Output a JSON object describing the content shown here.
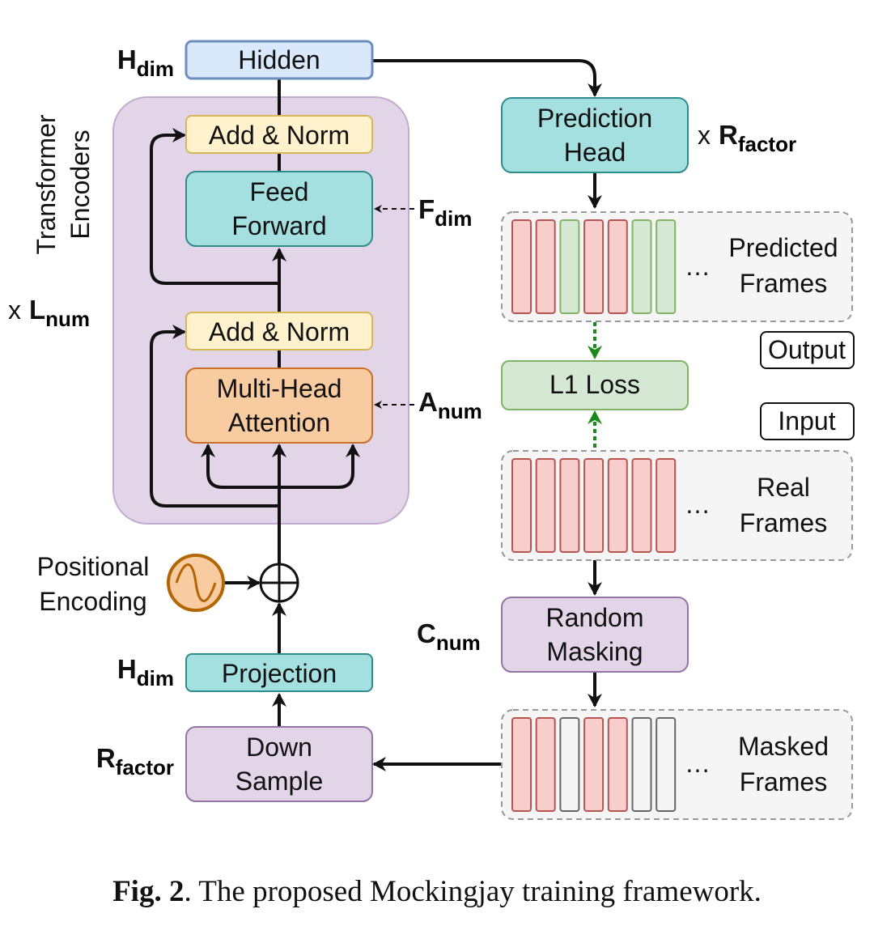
{
  "blocks": {
    "hidden": "Hidden",
    "add_norm_top": "Add & Norm",
    "feed_forward": [
      "Feed",
      "Forward"
    ],
    "add_norm_bottom": "Add & Norm",
    "multi_head_attention": [
      "Multi-Head",
      "Attention"
    ],
    "projection": "Projection",
    "down_sample": [
      "Down",
      "Sample"
    ],
    "prediction_head": [
      "Prediction",
      "Head"
    ],
    "l1_loss": "L1 Loss",
    "random_masking": [
      "Random",
      "Masking"
    ]
  },
  "labels": {
    "transformer_encoders": [
      "Transformer",
      "Encoders"
    ],
    "positional_encoding": [
      "Positional",
      "Encoding"
    ],
    "predicted_frames": [
      "Predicted",
      "Frames"
    ],
    "real_frames": [
      "Real",
      "Frames"
    ],
    "masked_frames": [
      "Masked",
      "Frames"
    ],
    "output_tag": "Output",
    "input_tag": "Input",
    "ellipsis": "…"
  },
  "params": {
    "h_dim_top": {
      "main": "H",
      "sub": "dim"
    },
    "h_dim_bottom": {
      "main": "H",
      "sub": "dim"
    },
    "l_num": {
      "prefix": "x",
      "main": "L",
      "sub": "num"
    },
    "f_dim": {
      "main": "F",
      "sub": "dim"
    },
    "a_num": {
      "main": "A",
      "sub": "num"
    },
    "r_factor_left": {
      "main": "R",
      "sub": "factor"
    },
    "r_factor_right": {
      "prefix": "x",
      "main": "R",
      "sub": "factor"
    },
    "c_num": {
      "main": "C",
      "sub": "num"
    }
  },
  "frame_states": {
    "predicted": [
      "real",
      "real",
      "predicted",
      "real",
      "real",
      "predicted",
      "predicted"
    ],
    "real": [
      "real",
      "real",
      "real",
      "real",
      "real",
      "real",
      "real"
    ],
    "masked": [
      "real",
      "real",
      "masked",
      "real",
      "real",
      "masked",
      "masked"
    ]
  },
  "colors": {
    "hidden_fill": "#dae8fc",
    "hidden_stroke": "#6c8ebf",
    "encoder_bg": "#e1d5e7",
    "encoder_stroke": "#c3abd0",
    "norm_fill": "#fff2cc",
    "norm_stroke": "#d6b656",
    "teal_fill": "#a5e0e0",
    "teal_stroke": "#2f8c8c",
    "attention_fill": "#f8cba1",
    "attention_stroke": "#c96f28",
    "purple_fill": "#e1d5e7",
    "purple_stroke": "#9673a6",
    "loss_fill": "#d5e8d4",
    "loss_stroke": "#82b366",
    "frame_real_fill": "#f8cecc",
    "frame_real_stroke": "#b85450",
    "frame_pred_fill": "#d5e8d4",
    "frame_pred_stroke": "#82b366",
    "frame_mask_fill": "#f5f5f5",
    "frame_mask_stroke": "#666666",
    "group_fill": "#f5f5f5",
    "group_stroke": "#999999",
    "loss_arrow": "#1a8a1a"
  },
  "caption": {
    "prefix": "Fig. 2",
    "text": ". The proposed Mockingjay training framework."
  }
}
